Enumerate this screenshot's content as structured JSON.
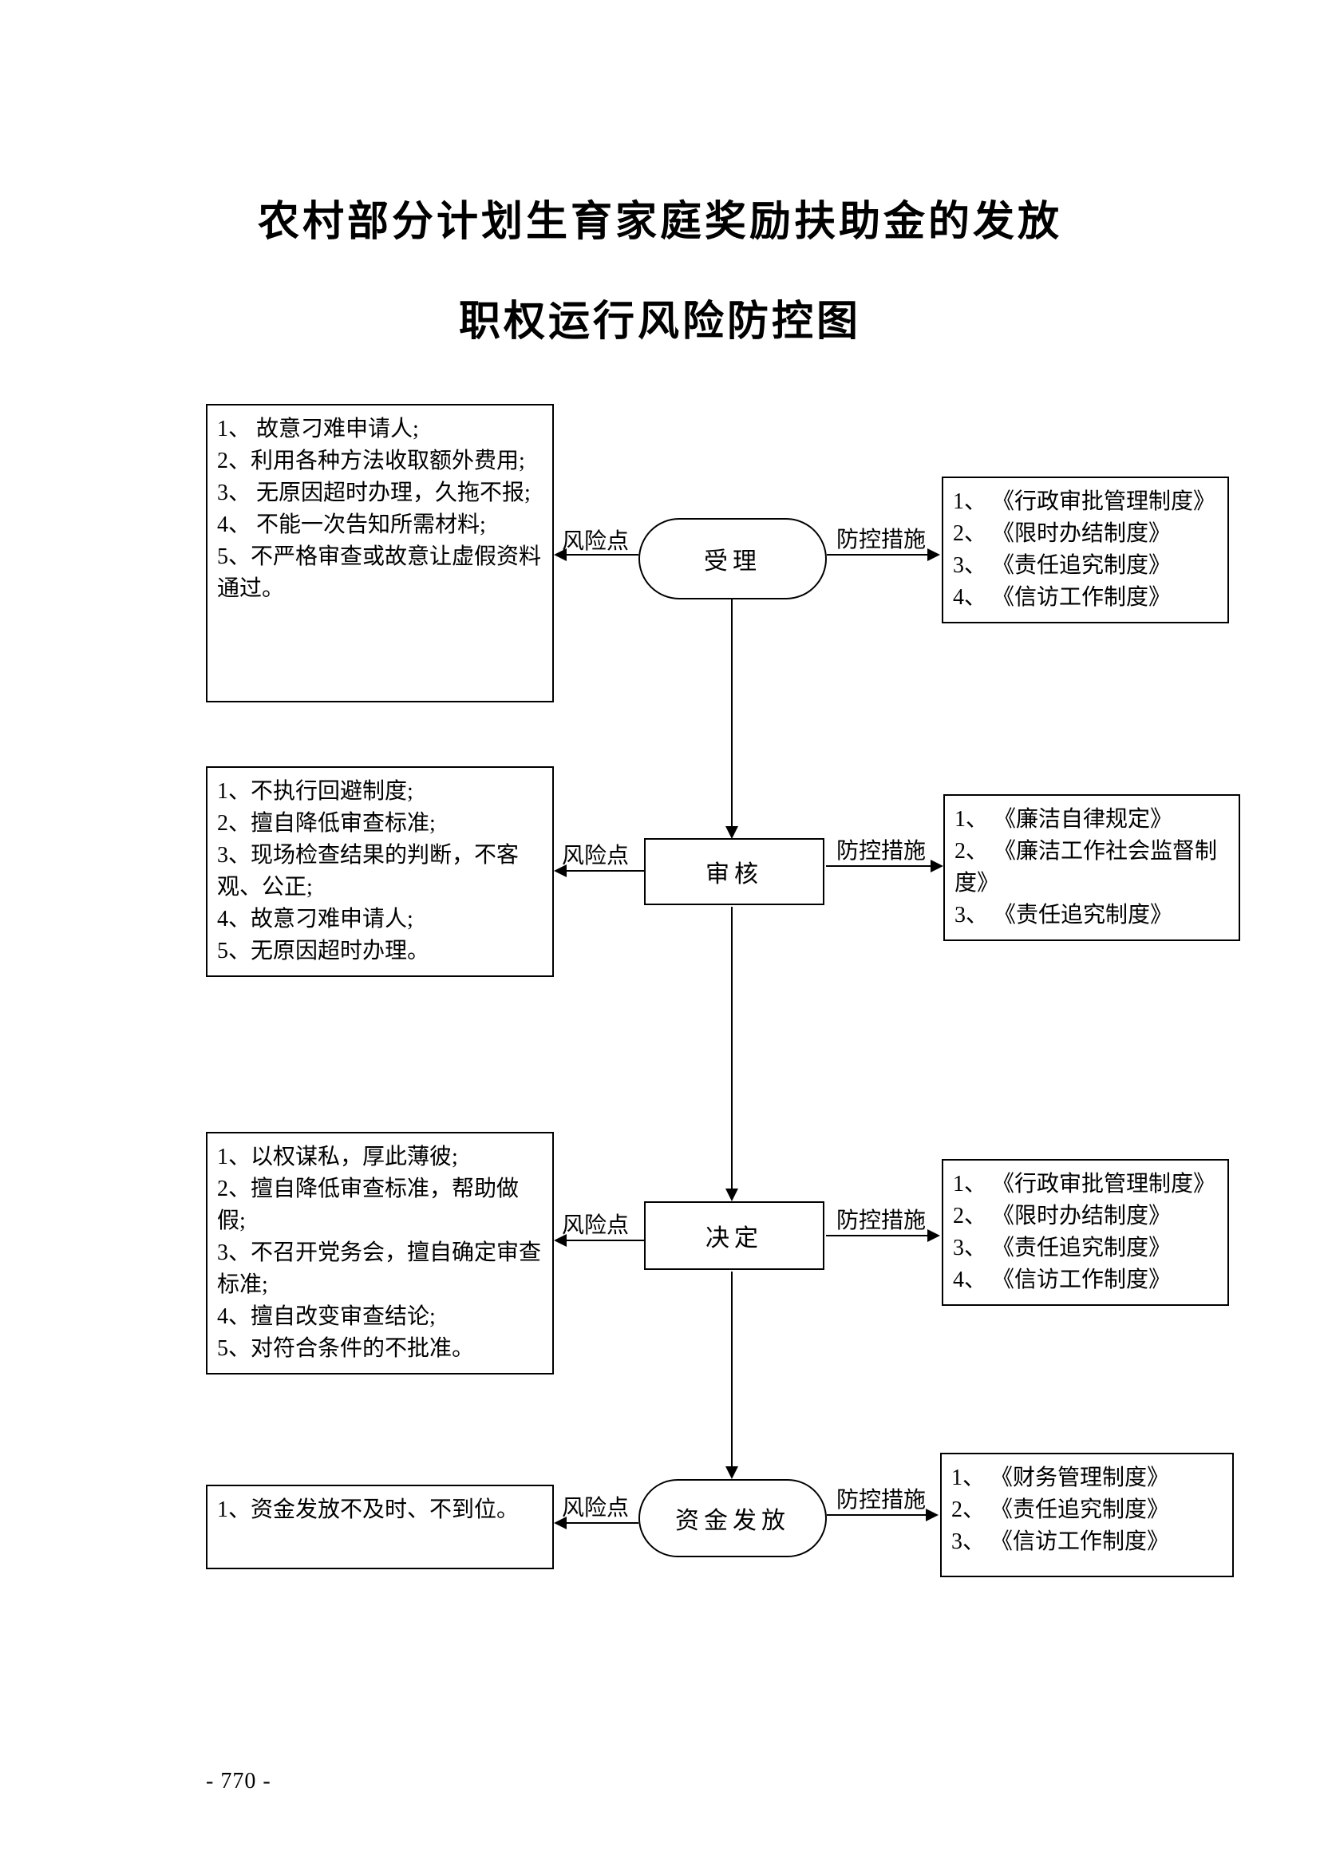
{
  "title": {
    "line1": "农村部分计划生育家庭奖励扶助金的发放",
    "line2": "职权运行风险防控图"
  },
  "labels": {
    "risk": "风险点",
    "measure": "防控措施"
  },
  "stages": [
    {
      "name": "受理",
      "risks": [
        "1、 故意刁难申请人;",
        "2、利用各种方法收取额外费用;",
        "3、 无原因超时办理，久拖不报;",
        "4、 不能一次告知所需材料;",
        "5、不严格审查或故意让虚假资料通过。"
      ],
      "measures": [
        "1、 《行政审批管理制度》",
        "2、 《限时办结制度》",
        "3、 《责任追究制度》",
        "4、 《信访工作制度》"
      ]
    },
    {
      "name": "审核",
      "risks": [
        "1、不执行回避制度;",
        "2、擅自降低审查标准;",
        "3、现场检查结果的判断，不客观、公正;",
        "4、故意刁难申请人;",
        "5、无原因超时办理。"
      ],
      "measures": [
        "1、 《廉洁自律规定》",
        "2、 《廉洁工作社会监督制度》",
        "3、 《责任追究制度》"
      ]
    },
    {
      "name": "决定",
      "risks": [
        "1、以权谋私，厚此薄彼;",
        "2、擅自降低审查标准，帮助做假;",
        "3、不召开党务会，擅自确定审查标准;",
        "4、擅自改变审查结论;",
        "5、对符合条件的不批准。"
      ],
      "measures": [
        "1、 《行政审批管理制度》",
        "2、 《限时办结制度》",
        "3、 《责任追究制度》",
        "4、 《信访工作制度》"
      ]
    },
    {
      "name": "资金发放",
      "risks": [
        "1、资金发放不及时、不到位。"
      ],
      "measures": [
        "1、 《财务管理制度》",
        "2、 《责任追究制度》",
        "3、 《信访工作制度》"
      ]
    }
  ],
  "page_number": "- 770 -"
}
